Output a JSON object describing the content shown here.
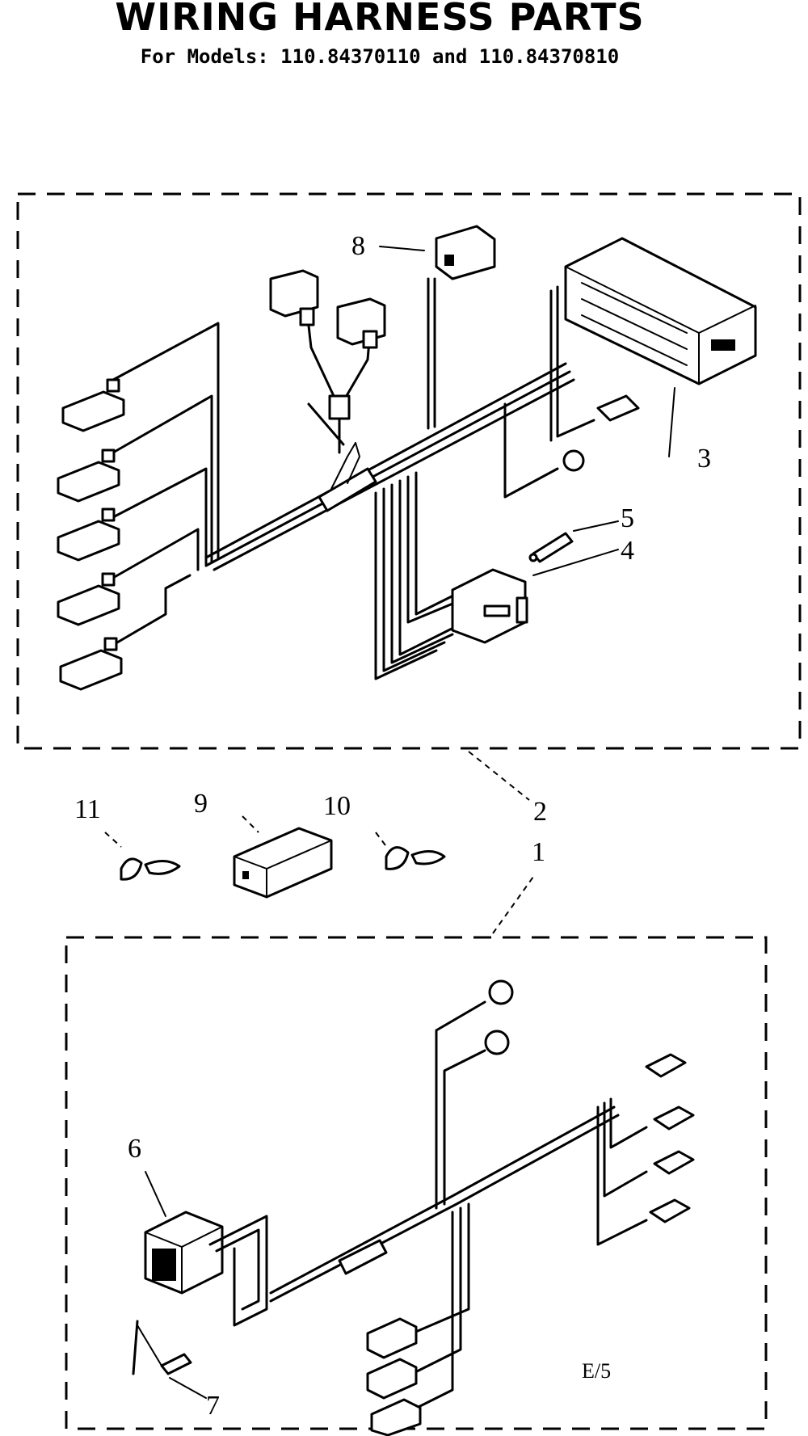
{
  "title": "WIRING HARNESS PARTS",
  "subtitle": "For Models: 110.84370110 and 110.84370810",
  "callouts": [
    "1",
    "2",
    "3",
    "4",
    "5",
    "6",
    "7",
    "8",
    "9",
    "10",
    "11"
  ],
  "page_code": "E/5"
}
